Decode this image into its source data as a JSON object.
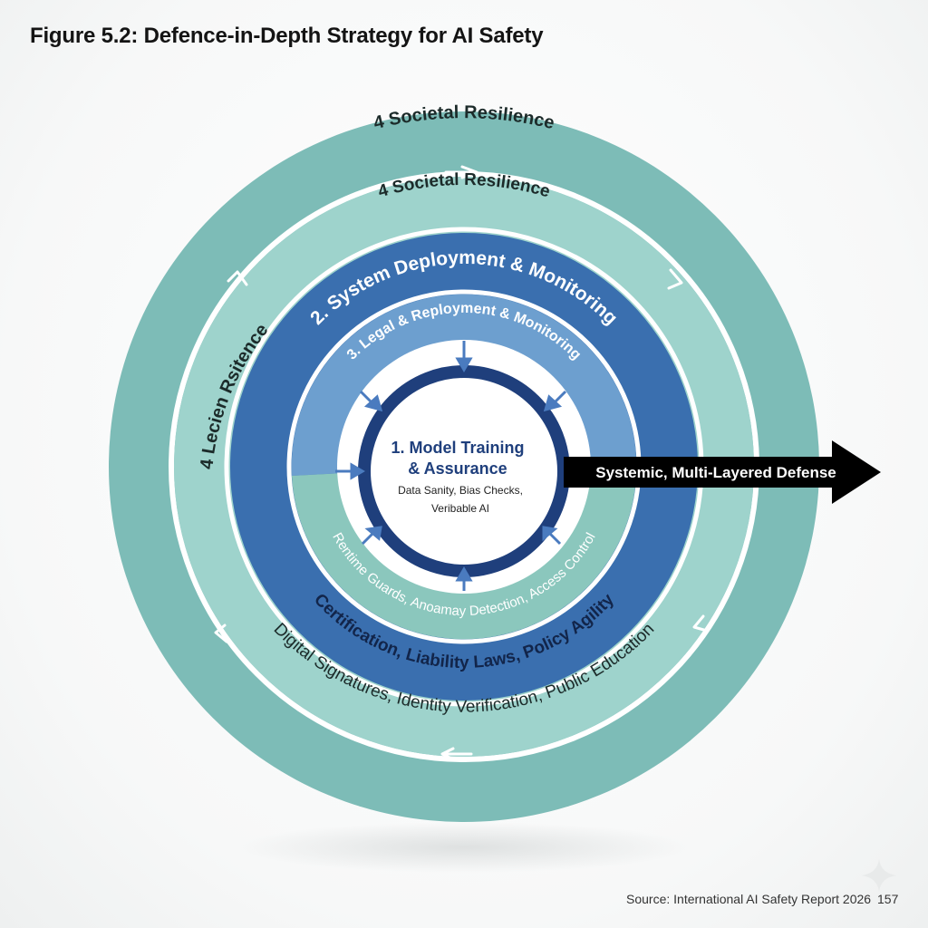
{
  "figure": {
    "title": "Figure 5.2: Defence-in-Depth Strategy for AI Safety"
  },
  "rings": {
    "outer_top_label": "4 Societal Resilience",
    "second_top_label": "4 Societal Resilience",
    "outer_left_label": "4 Lecien Rsitence",
    "outer_bottom_label": "Digital Signatures, Identity Verification, Public Education",
    "deployment_top_label": "2. System Deployment & Monitoring",
    "deployment_bottom_label": "Certification, Liability Laws, Policy Agility",
    "legal_top_label": "3. Legal & Reployment & Monitoring",
    "runtime_bottom_label": "Rentime Guards, Anoamay Detection, Access Control"
  },
  "core": {
    "title_line1": "1. Model Training",
    "title_line2": "& Assurance",
    "detail_line1": "Data Sanity, Bias Checks,",
    "detail_line2": "Veribable AI"
  },
  "callout": {
    "label": "Systemic, Multi-Layered Defense"
  },
  "footer": {
    "source": "Source: International AI Safety Report 2026",
    "page": "157"
  },
  "colors": {
    "outer_teal": "#7dbcb7",
    "light_teal": "#9ed3cc",
    "deep_blue": "#3a6faf",
    "mid_blue": "#6d9fcf",
    "runtime_teal": "#8bc7bd",
    "core_ring": "#1f3f7c",
    "callout_bg": "#000000"
  }
}
